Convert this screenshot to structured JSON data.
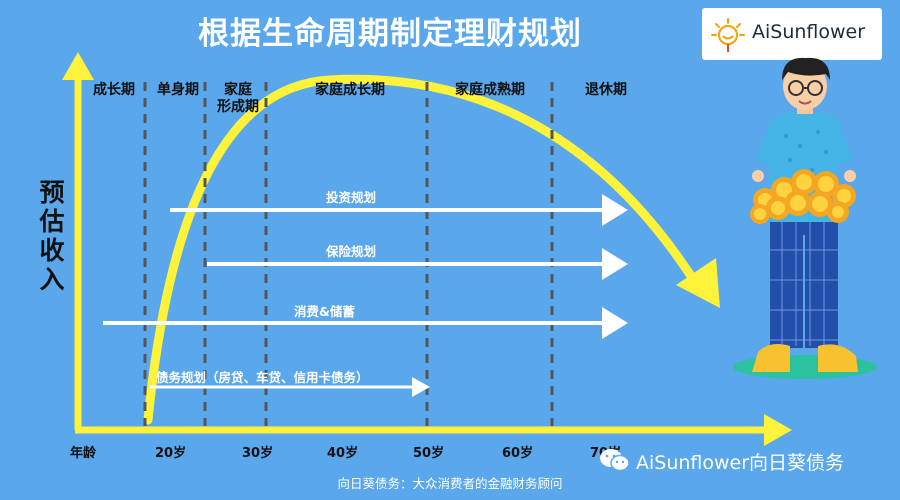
{
  "title": "根据生命周期制定理财规划",
  "brand": {
    "name": "AiSunflower",
    "logo_icon": "sunflower-logo-icon"
  },
  "y_axis_label": [
    "预",
    "估",
    "收",
    "入"
  ],
  "stages": [
    {
      "id": "growth",
      "label": "成长期"
    },
    {
      "id": "single",
      "label": "单身期"
    },
    {
      "id": "family-forming",
      "label": "家庭\n形成期"
    },
    {
      "id": "family-growing",
      "label": "家庭成长期"
    },
    {
      "id": "family-mature",
      "label": "家庭成熟期"
    },
    {
      "id": "retirement",
      "label": "退休期"
    }
  ],
  "x_ticks": [
    "年龄",
    "20岁",
    "30岁",
    "40岁",
    "50岁",
    "60岁",
    "70岁"
  ],
  "plans": [
    {
      "id": "investment",
      "label": "投资规划",
      "start_age": 20,
      "end_age": 70
    },
    {
      "id": "insurance",
      "label": "保险规划",
      "start_age": 25,
      "end_age": 70
    },
    {
      "id": "consumption-savings",
      "label": "消费&储蓄",
      "start_age": 10,
      "end_age": 70
    },
    {
      "id": "debt",
      "label": "债务规划（房贷、车贷、信用卡债务）",
      "start_age": 20,
      "end_age": 50
    }
  ],
  "watermark": "AiSunflower向日葵债务",
  "footer": "向日葵债务：大众消费者的金融财务顾问",
  "colors": {
    "background": "#5aa7ec",
    "curve": "#fff23a",
    "axis": "#fff23a",
    "divider": "#555555",
    "arrow": "#ffffff"
  }
}
